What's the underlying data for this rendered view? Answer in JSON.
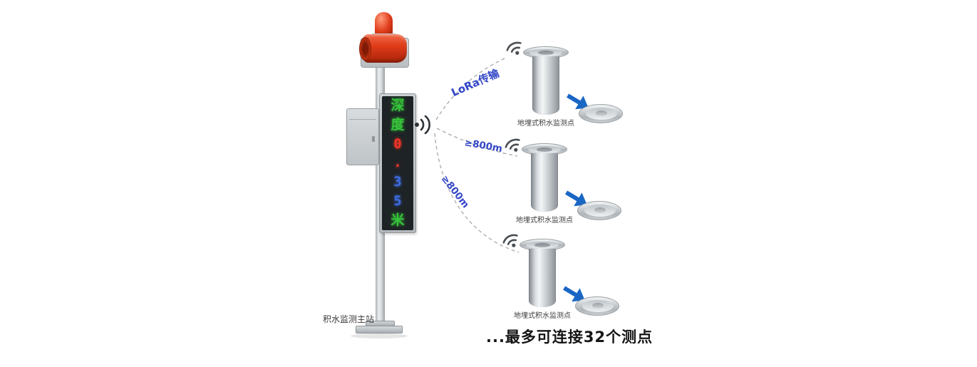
{
  "station": {
    "label": "积水监测主站",
    "display": {
      "chars": [
        {
          "ch": "深",
          "color": "#36c33a"
        },
        {
          "ch": "度",
          "color": "#36c33a"
        },
        {
          "ch": "0",
          "color": "#f03428"
        },
        {
          "ch": ".",
          "color": "#f03428"
        },
        {
          "ch": "3",
          "color": "#3d6be0"
        },
        {
          "ch": "5",
          "color": "#3d6be0"
        },
        {
          "ch": "米",
          "color": "#36c33a"
        }
      ]
    }
  },
  "links": [
    {
      "label": "LoRa传输"
    },
    {
      "label": "≥800m"
    },
    {
      "label": "≥800m"
    }
  ],
  "sensors": [
    {
      "label": "地埋式积水监测点"
    },
    {
      "label": "地埋式积水监测点"
    },
    {
      "label": "地埋式积水监测点"
    }
  ],
  "footer": {
    "text": "...最多可连接32个测点"
  },
  "icons": {
    "emitter": "sound-waves-icon",
    "sensor": "wifi-icon",
    "arrow": "arrow-right-icon"
  },
  "colors": {
    "alarm": "#e03c1a",
    "arrow": "#1a66c4",
    "link_label": "#3347c8",
    "link_line": "#a9a9a9"
  }
}
